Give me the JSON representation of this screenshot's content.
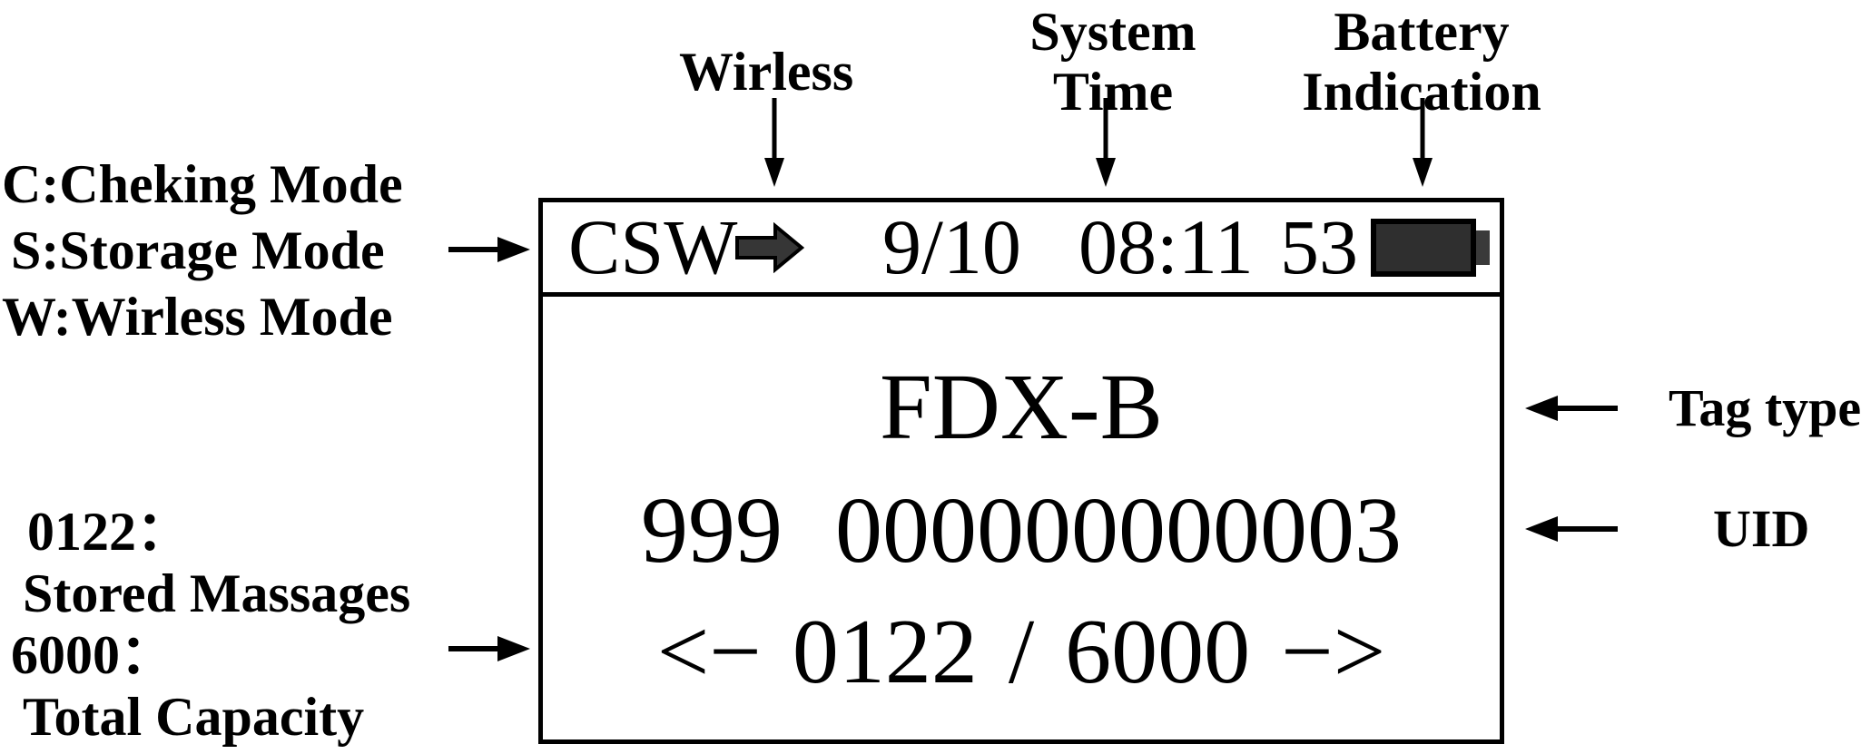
{
  "annotations": {
    "wireless_label": "Wirless",
    "system_time_lines": [
      "System",
      "Time"
    ],
    "battery_lines": [
      "Battery",
      "Indication"
    ],
    "mode_legend_lines": [
      "C:Cheking Mode",
      "S:Storage Mode",
      "W:Wirless Mode"
    ],
    "storage_legend_lines": [
      "0122：",
      "Stored Massages",
      "6000：",
      "Total Capacity"
    ],
    "tag_type_label": "Tag type",
    "uid_label": "UID"
  },
  "screen": {
    "status_bar": {
      "mode_flags": "CSW",
      "date": "9/10",
      "time": "08:11",
      "battery_percent": "53"
    },
    "tag_type": "FDX-B",
    "uid_country_code": "999",
    "uid_national_code": "000000000003",
    "counter": {
      "prev_arrow": "<−",
      "stored_messages": "0122",
      "separator": "/",
      "total_capacity": "6000",
      "next_arrow": "−>"
    }
  },
  "colors": {
    "foreground": "#000000",
    "background": "#ffffff",
    "icon_fill": "#363636",
    "battery_fill": "#2f2f2f"
  }
}
